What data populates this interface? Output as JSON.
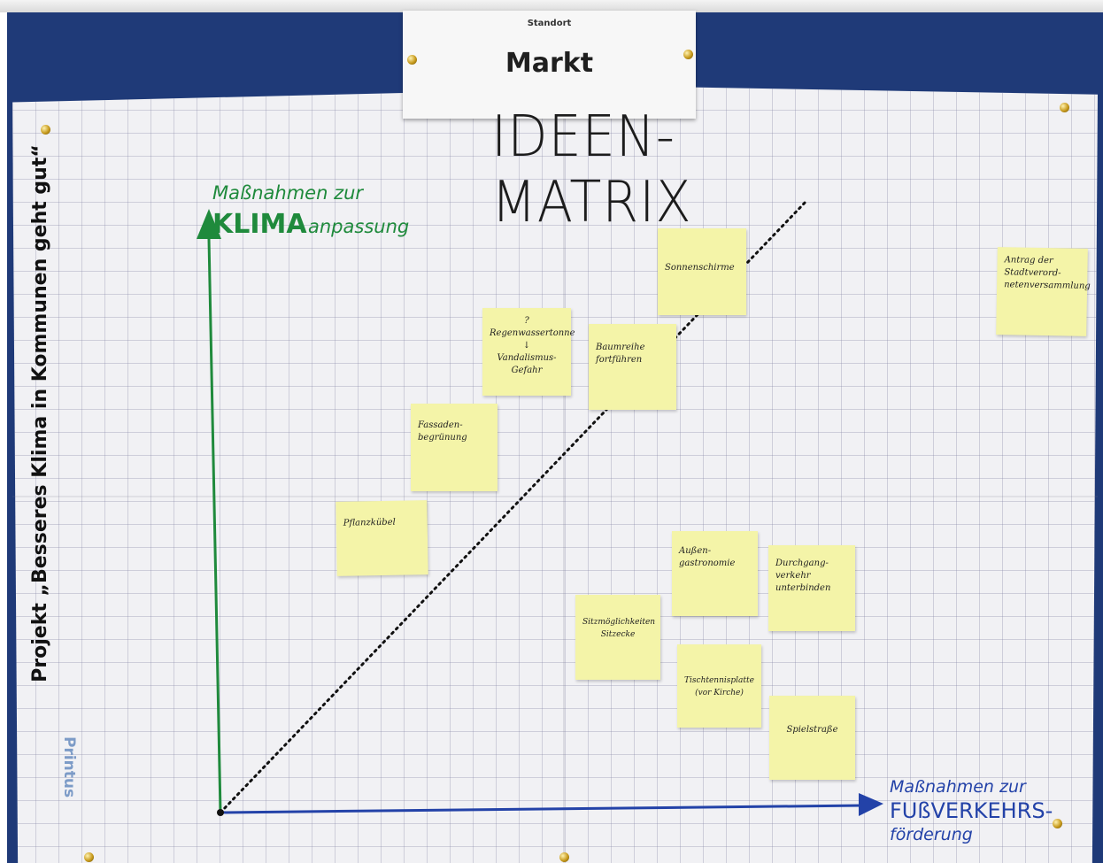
{
  "card": {
    "small_label": "Standort",
    "main_label": "Markt"
  },
  "poster": {
    "title": "IDEEN-MATRIX",
    "side_text": "Projekt „Besseres Klima in Kommunen geht gut“",
    "brand": "Printus"
  },
  "y_axis": {
    "line1": "Maßnahmen zur",
    "line2_bold": "KLIMA",
    "line2_rest": "anpassung",
    "color": "#1f8a3c"
  },
  "x_axis": {
    "line1": "Maßnahmen zur",
    "line2": "FUßVERKEHRS-",
    "line3": "förderung",
    "color": "#2342a8"
  },
  "notes": [
    {
      "id": "sonnenschirme",
      "text": "Sonnenschirme"
    },
    {
      "id": "antrag",
      "text": "Antrag der\nStadtverord-\nnetenversammlung"
    },
    {
      "id": "regenwasser",
      "text": "?\nRegenwassertonne\n↓\nVandalismus-\nGefahr"
    },
    {
      "id": "baumreihe",
      "text": "Baumreihe\nfortführen"
    },
    {
      "id": "fassade",
      "text": "Fassaden-\nbegrünung"
    },
    {
      "id": "pflanzkuebel",
      "text": "Pflanzkübel"
    },
    {
      "id": "aussengastro",
      "text": "Außen-\ngastronomie"
    },
    {
      "id": "durchgang",
      "text": "Durchgang-\nverkehr\nunterbinden"
    },
    {
      "id": "sitz",
      "text": "Sitzmöglichkeiten\nSitzecke"
    },
    {
      "id": "tischtennis",
      "text": "Tischtennisplatte\n(vor Kirche)"
    },
    {
      "id": "spielstrasse",
      "text": "Spielstraße"
    }
  ]
}
